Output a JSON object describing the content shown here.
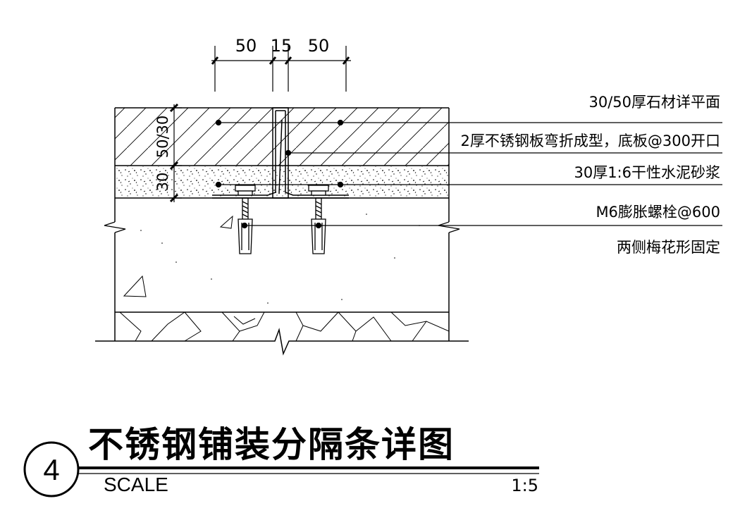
{
  "dimensions": {
    "top": [
      "50",
      "15",
      "50"
    ],
    "left_upper": "50/30",
    "left_lower": "30"
  },
  "notes": [
    "30/50厚石材详平面",
    "2厚不锈钢板弯折成型，底板@300开口",
    "30厚1:6干性水泥砂浆",
    "M6膨胀螺栓@600",
    "两侧梅花形固定"
  ],
  "title": {
    "number": "4",
    "main": "不锈钢铺装分隔条详图",
    "scale_label": "SCALE",
    "scale_value": "1:5"
  }
}
